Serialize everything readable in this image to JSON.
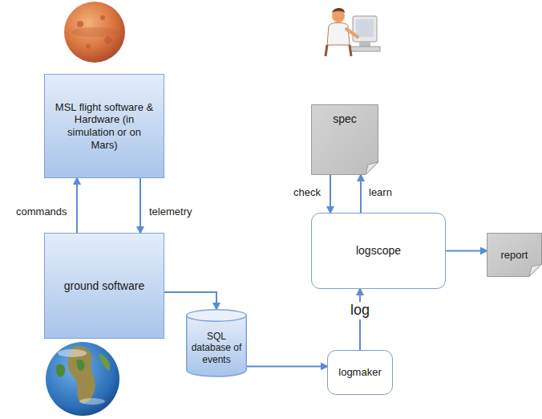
{
  "diagram": {
    "nodes": [
      {
        "text": [
          "MSL flight software & Hardware (in simulation or on Mars)"
        ]
      },
      {
        "text": [
          "ground software"
        ]
      },
      {
        "text": [
          "SQL database of events"
        ]
      },
      {
        "text": [
          "logmaker"
        ]
      },
      {
        "text": [
          "logscope"
        ]
      },
      {
        "text": [
          "spec"
        ]
      },
      {
        "text": [
          "report"
        ]
      }
    ],
    "edges": [
      {
        "from": 1,
        "to": 0,
        "arrow": "to",
        "label": "commands"
      },
      {
        "from": 0,
        "to": 1,
        "arrow": "to",
        "label": "telemetry"
      },
      {
        "from": 1,
        "to": 2,
        "arrow": "to"
      },
      {
        "from": 2,
        "to": 3,
        "arrow": "to"
      },
      {
        "from": 3,
        "to": 4,
        "arrow": "to",
        "label": "log"
      },
      {
        "from": 5,
        "to": 4,
        "arrow": "to",
        "label": "check"
      },
      {
        "from": 4,
        "to": 5,
        "arrow": "to",
        "label": "learn"
      },
      {
        "from": 4,
        "to": 6,
        "arrow": "to"
      }
    ]
  }
}
